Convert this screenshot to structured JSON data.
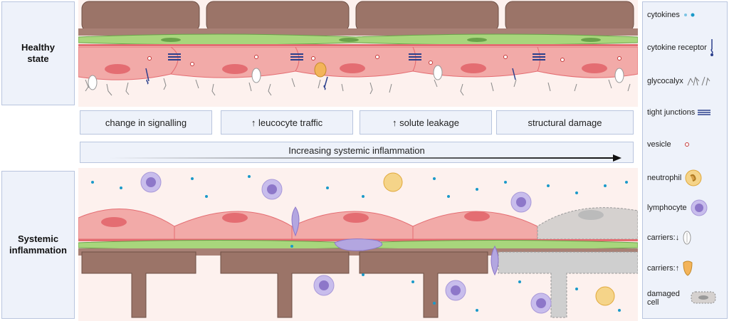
{
  "panels": {
    "healthy_label": [
      "Healthy",
      "state"
    ],
    "inflammation_label": [
      "Systemic",
      "inflammation"
    ]
  },
  "stages": [
    {
      "label": "change in signalling"
    },
    {
      "label": "↑ leucocyte traffic"
    },
    {
      "label": "↑ solute leakage"
    },
    {
      "label": "structural damage"
    }
  ],
  "progression": {
    "label": "Increasing systemic inflammation"
  },
  "legend": {
    "items": [
      {
        "label": "cytokines",
        "icon": "cytokine-dots-icon"
      },
      {
        "label": "cytokine receptor",
        "icon": "cytokine-receptor-icon"
      },
      {
        "label": "glycocalyx",
        "icon": "glycocalyx-icon"
      },
      {
        "label": "tight junctions",
        "icon": "tight-junction-icon"
      },
      {
        "label": "vesicle",
        "icon": "vesicle-icon"
      },
      {
        "label": "neutrophil",
        "icon": "neutrophil-icon"
      },
      {
        "label": "lymphocyte",
        "icon": "lymphocyte-icon"
      },
      {
        "label": "carriers:↓",
        "icon": "carrier-down-icon"
      },
      {
        "label": "carriers:↑",
        "icon": "carrier-up-icon"
      },
      {
        "label": "damaged cell",
        "icon": "damaged-cell-icon"
      }
    ]
  },
  "colors": {
    "endothelium": "#f2aaa8",
    "nucleus": "#e46d72",
    "basement": "#8c6a60",
    "pericyte": "#a8d67c",
    "lumen": "#fde6e2",
    "neutrophil": "#f3c46a",
    "lymphocyte": "#a999d9",
    "cytokine": "#1a9ac9",
    "panel_bg": "#eef2fa",
    "panel_border": "#b9c5de",
    "damaged": "#cfcfcf"
  }
}
